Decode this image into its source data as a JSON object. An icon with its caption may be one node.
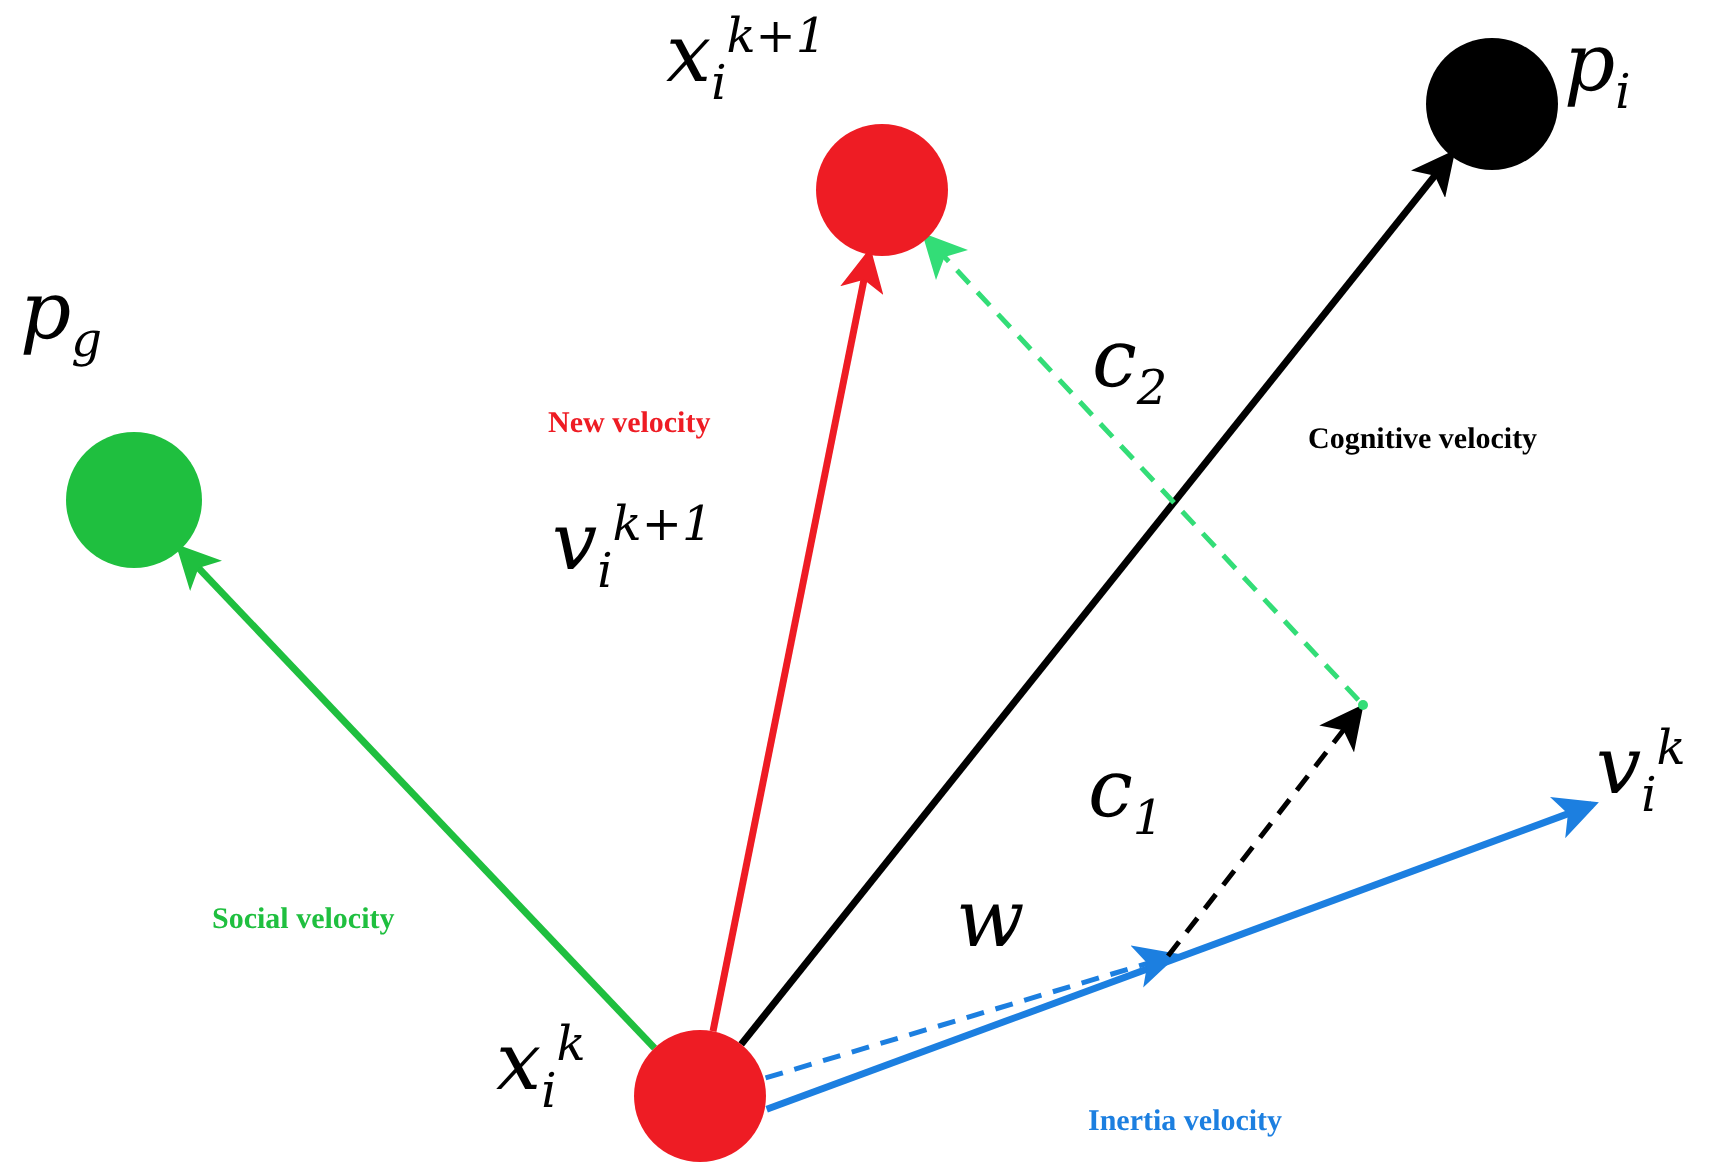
{
  "diagram": {
    "nodes": [
      {
        "text": [
          "x$_{i}$$^{k+1}$"
        ]
      },
      {
        "text": [
          "p$_{i}$"
        ]
      },
      {
        "text": [
          "p$_{g}$"
        ]
      },
      {
        "text": [
          "x$_{i}$$^{k}$"
        ]
      },
      {
        "text": [
          "v$_{i}$$^{k}$"
        ]
      },
      {
        "text": [],
        "shape": "point"
      }
    ],
    "edges": [
      {
        "from": 3,
        "to": 2,
        "arrow": "to",
        "color": "#1fbf3f"
      },
      {
        "from": 3,
        "to": 0,
        "arrow": "to",
        "color": "#ee1c24"
      },
      {
        "from": 3,
        "to": 1,
        "arrow": "to"
      },
      {
        "from": 3,
        "to": 4,
        "arrow": "to",
        "color": "#1c7fe0"
      },
      {
        "from": 3,
        "to": null,
        "arrow": "to",
        "style": "dashed",
        "color": "#1c7fe0"
      },
      {
        "from": null,
        "to": 5,
        "arrow": "to",
        "style": "dashed"
      },
      {
        "from": 5,
        "to": 0,
        "arrow": "to",
        "style": "dashed",
        "color": "#33dd77"
      }
    ],
    "labels": [
      "c$_{2}$",
      "New velocity",
      "Cognitive velocity",
      "v$_{i}$$^{k+1}$",
      "c$_{1}$",
      "Social velocity",
      "w",
      "Inertia velocity"
    ]
  }
}
